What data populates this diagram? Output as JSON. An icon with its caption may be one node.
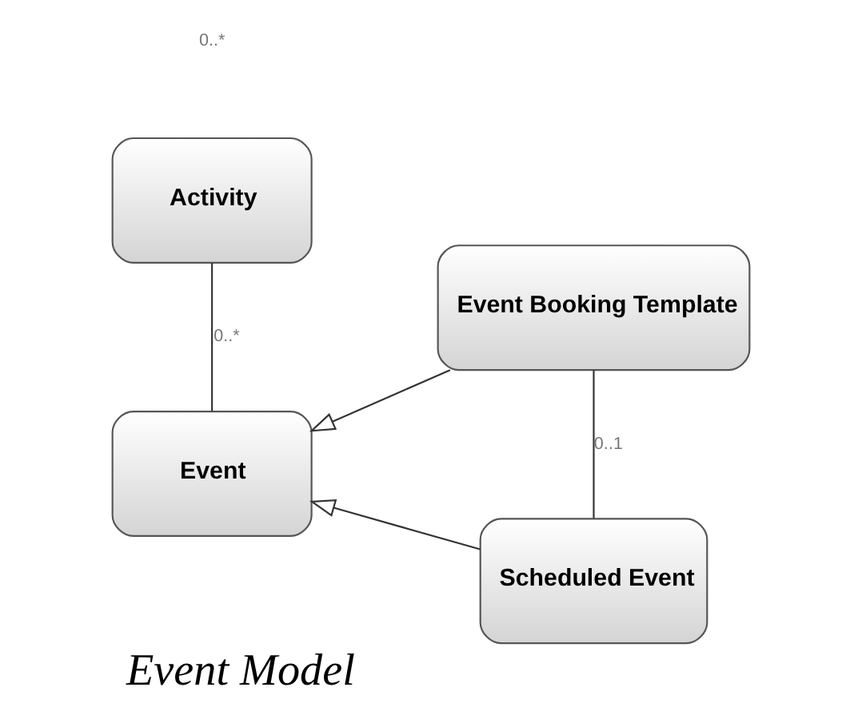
{
  "diagram": {
    "caption": "Event Model",
    "nodes": [
      {
        "text": [
          "Activity"
        ]
      },
      {
        "text": [
          "Event"
        ]
      },
      {
        "text": [
          "Event Booking Template"
        ]
      },
      {
        "text": [
          "Scheduled Event"
        ]
      }
    ],
    "edges": [
      {
        "from": 0,
        "to": 1,
        "arrow": "none",
        "label": "0..*"
      },
      {
        "from": 2,
        "to": 1,
        "arrow": "to"
      },
      {
        "from": 3,
        "to": 1,
        "arrow": "to"
      },
      {
        "from": 2,
        "to": 3,
        "arrow": "none",
        "label": "0..1"
      }
    ],
    "labels": [
      "0..*"
    ]
  }
}
